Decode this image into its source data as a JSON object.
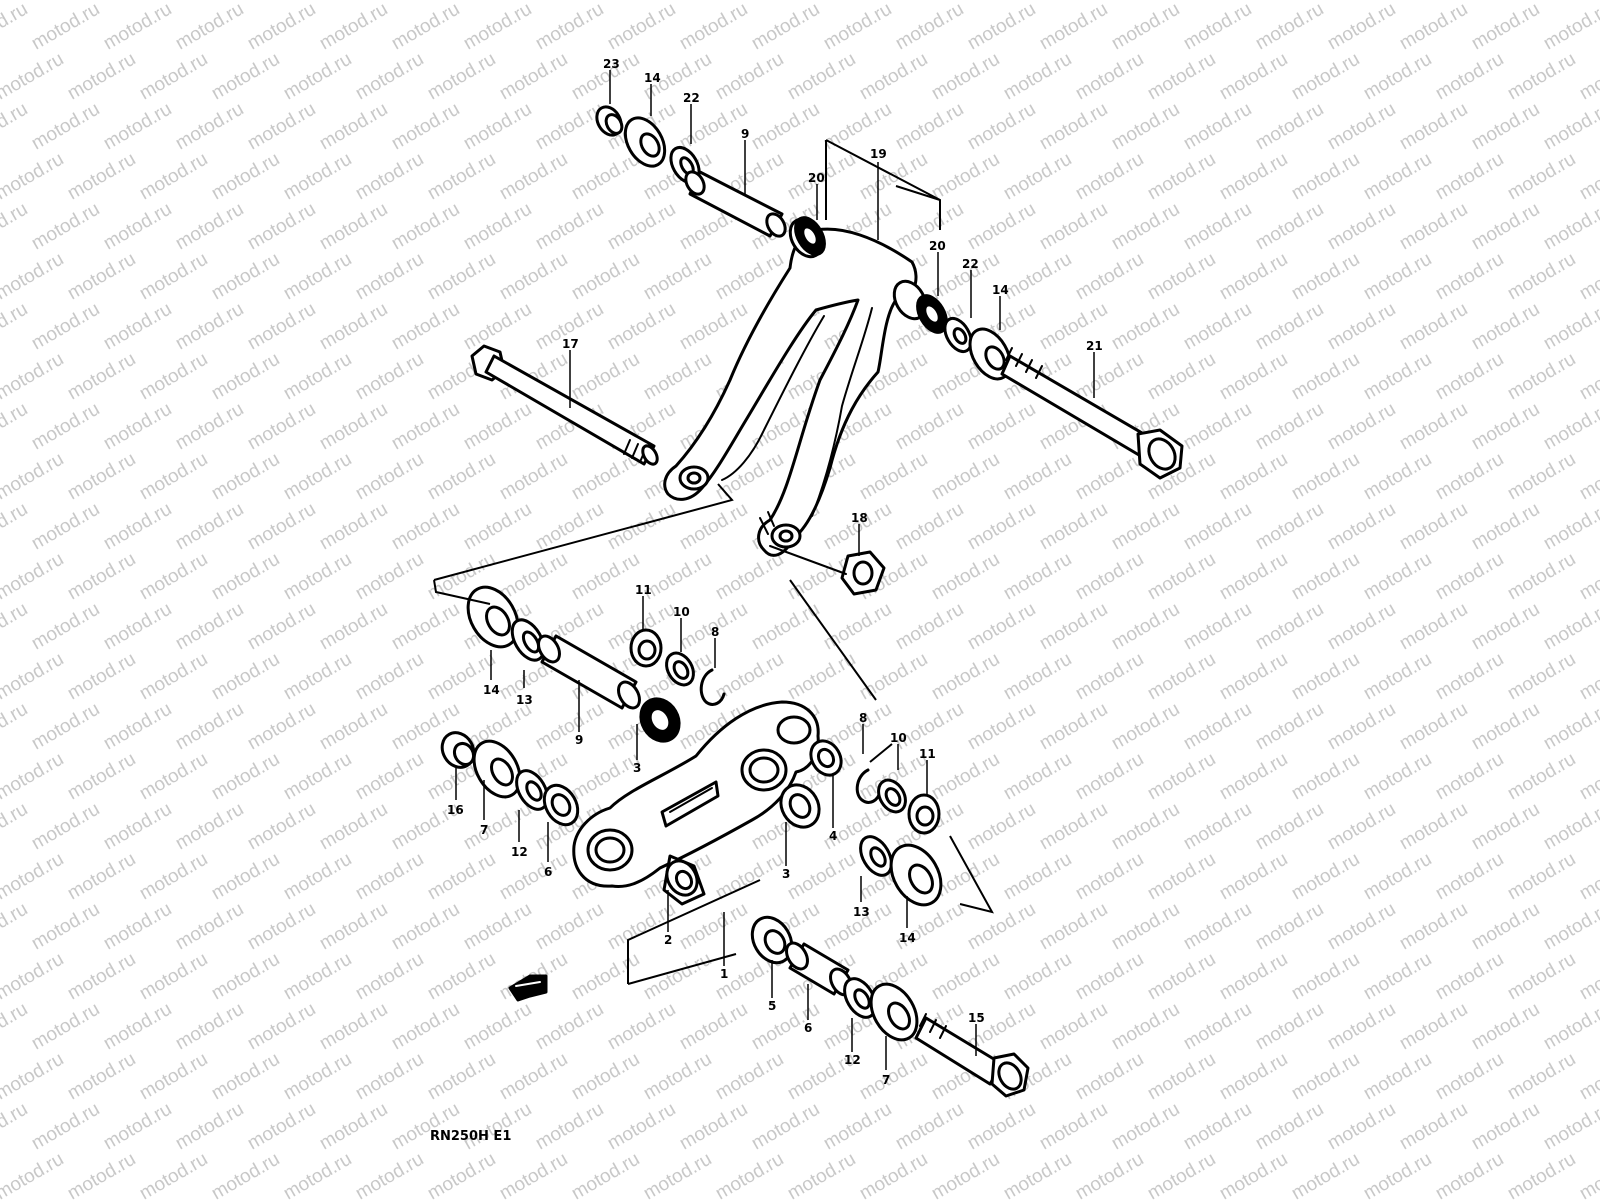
{
  "watermark": "motod.ru",
  "diagram_code": "RN250H E1",
  "colors": {
    "line": "#000000",
    "fill": "#ffffff",
    "watermark": "#c8c8c8"
  },
  "labels": {
    "p23": "23",
    "p14a": "14",
    "p22a": "22",
    "p9a": "9",
    "p20a": "20",
    "p19": "19",
    "p20b": "20",
    "p22b": "22",
    "p14b": "14",
    "p21": "21",
    "p17": "17",
    "p18": "18",
    "p11a": "11",
    "p10a": "10",
    "p8a": "8",
    "p14c": "14",
    "p13a": "13",
    "p9b": "9",
    "p3a": "3",
    "p16": "16",
    "p7a": "7",
    "p12a": "12",
    "p6a": "6",
    "p8b": "8",
    "p10b": "10",
    "p11b": "11",
    "p4": "4",
    "p3b": "3",
    "p13b": "13",
    "p14d": "14",
    "p2": "2",
    "p1": "1",
    "p5": "5",
    "p6b": "6",
    "p12b": "12",
    "p7b": "7",
    "p15": "15"
  }
}
